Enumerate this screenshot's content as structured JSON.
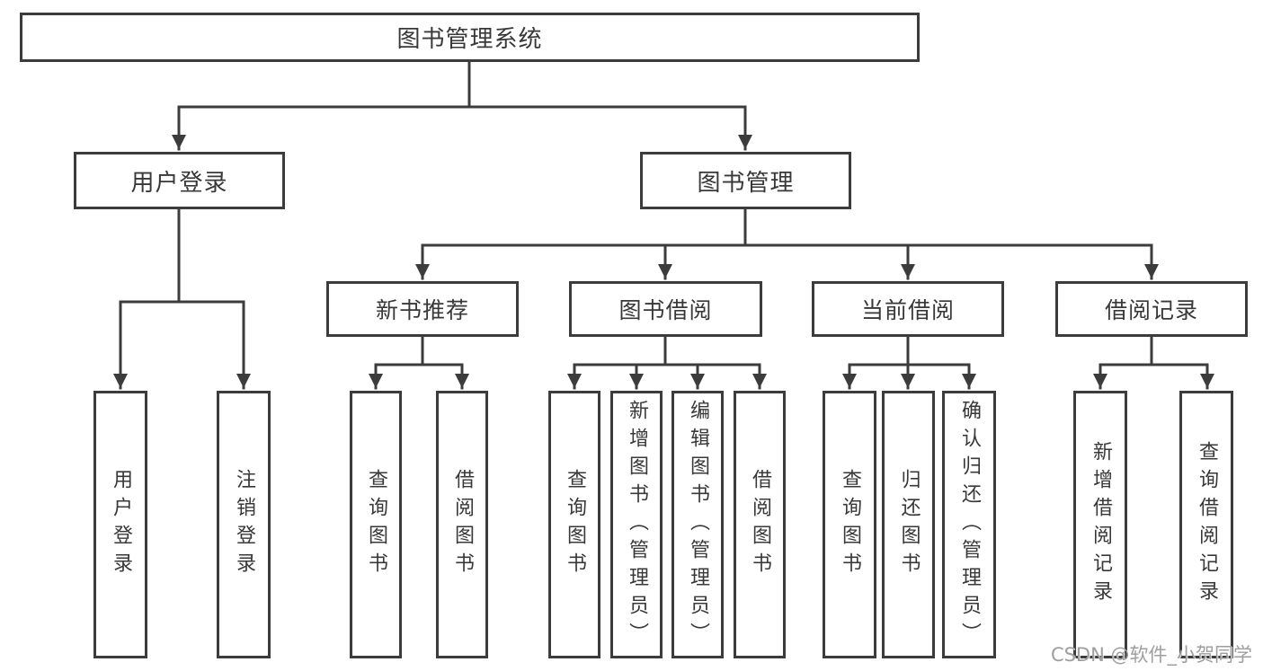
{
  "colors": {
    "line-color": "#3c3c3c",
    "text-color": "#383838",
    "bg-color": "#ffffff",
    "watermark-color": "#9e9e9e"
  },
  "watermark": "CSDN @软件_小贺同学",
  "tree": {
    "label": "图书管理系统",
    "children": [
      {
        "label": "用户登录",
        "children": [
          {
            "label": "用户登录"
          },
          {
            "label": "注销登录"
          }
        ]
      },
      {
        "label": "图书管理",
        "children": [
          {
            "label": "新书推荐",
            "children": [
              {
                "label": "查询图书"
              },
              {
                "label": "借阅图书"
              }
            ]
          },
          {
            "label": "图书借阅",
            "children": [
              {
                "label": "查询图书"
              },
              {
                "label": "新增图书（管理员）"
              },
              {
                "label": "编辑图书（管理员）"
              },
              {
                "label": "借阅图书"
              }
            ]
          },
          {
            "label": "当前借阅",
            "children": [
              {
                "label": "查询图书"
              },
              {
                "label": "归还图书"
              },
              {
                "label": "确认归还（管理员）"
              }
            ]
          },
          {
            "label": "借阅记录",
            "children": [
              {
                "label": "新增借阅记录"
              },
              {
                "label": "查询借阅记录"
              }
            ]
          }
        ]
      }
    ]
  }
}
